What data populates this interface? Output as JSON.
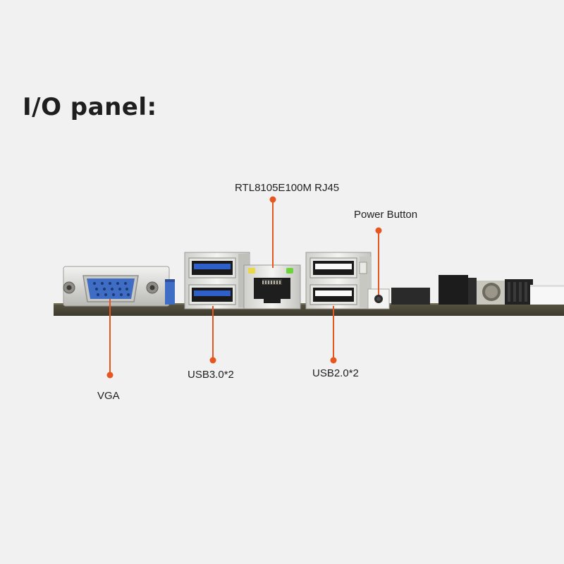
{
  "title": "I/O panel:",
  "labels": {
    "rj45": "RTL8105E100M RJ45",
    "power_button": "Power Button",
    "vga": "VGA",
    "usb3": "USB3.0*2",
    "usb2": "USB2.0*2"
  },
  "colors": {
    "background": "#f1f1f1",
    "callout_accent": "#e8561f",
    "pcb": "#4e4a3a",
    "vga_port": "#3f6dc4",
    "usb3_insert": "#2f5fc9"
  }
}
